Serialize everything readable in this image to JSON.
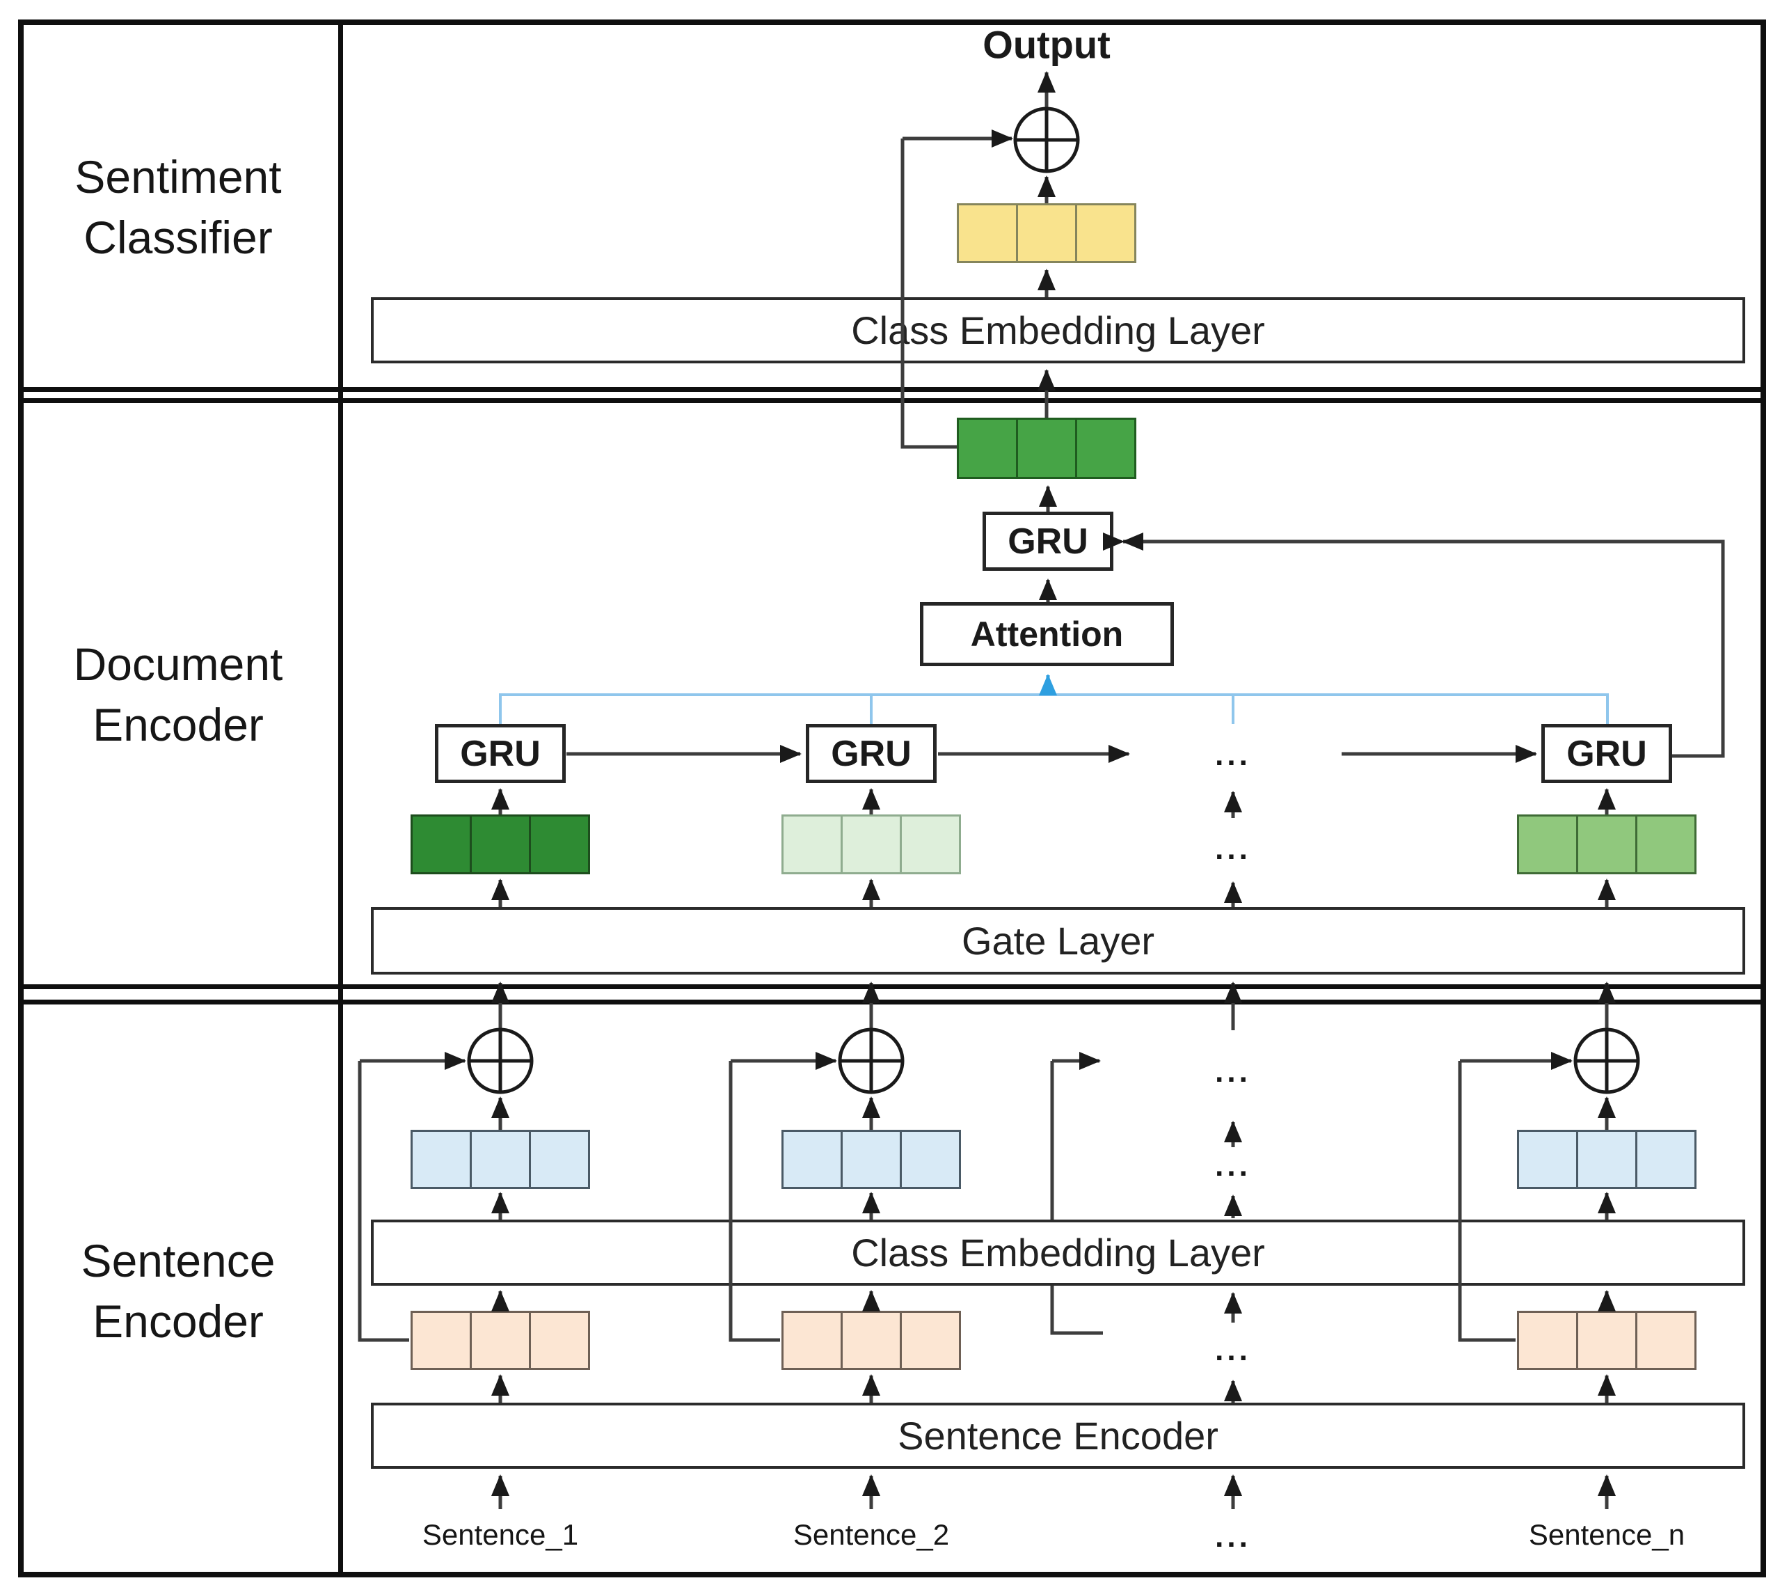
{
  "sections": {
    "classifier": {
      "label": "Sentiment\nClassifier"
    },
    "document": {
      "label": "Document\nEncoder"
    },
    "sentence": {
      "label": "Sentence\nEncoder"
    }
  },
  "labels": {
    "output": "Output",
    "class_embedding_top": "Class Embedding Layer",
    "gru": "GRU",
    "attention": "Attention",
    "gate_layer": "Gate Layer",
    "class_embedding_bottom": "Class Embedding Layer",
    "sentence_encoder": "Sentence Encoder",
    "ellipsis": "..."
  },
  "inputs": {
    "sentence_1": "Sentence_1",
    "sentence_2": "Sentence_2",
    "sentence_dots": "...",
    "sentence_n": "Sentence_n"
  },
  "colors": {
    "output_class_vector": "#F9E38D",
    "output_class_vector_border": "#85855C",
    "document_vector": "#46A446",
    "document_vector_border": "#1F5C1F",
    "gated_sentence_vector_1": "#2E8B33",
    "gated_sentence_vector_1_border": "#1D4D1D",
    "gated_sentence_vector_2": "#DEEFDB",
    "gated_sentence_vector_2_border": "#8FAC8F",
    "gated_sentence_vector_n": "#90C87D",
    "gated_sentence_vector_n_border": "#3F6B36",
    "class_vector": "#D8EAF6",
    "class_vector_border": "#4A5A66",
    "sentence_vector": "#FCE6D3",
    "sentence_vector_border": "#6E6055",
    "attention_bus": "#8FC6EC",
    "attention_arrow": "#2E9FE0",
    "connector_line": "#3D3D3D",
    "arrowhead": "#1A1A1A",
    "grid_border": "#0F0F0F"
  }
}
